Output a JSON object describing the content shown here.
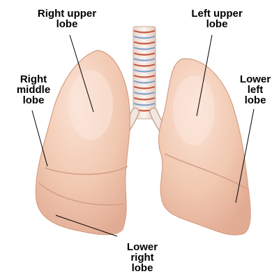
{
  "labels": {
    "right_upper": [
      "Right upper",
      "lobe"
    ],
    "left_upper": [
      "Left upper",
      "lobe"
    ],
    "right_middle": [
      "Right",
      "middle",
      "lobe"
    ],
    "lower_left": [
      "Lower",
      "left",
      "lobe"
    ],
    "lower_right": [
      "Lower",
      "right",
      "lobe"
    ]
  },
  "colors": {
    "lung_fill": "#f1c8b0",
    "lung_highlight": "#fbe3d6",
    "lung_edge": "#d59f86",
    "trachea_fill": "#f2e6e0",
    "trachea_ring_red": "#c8553d",
    "trachea_ring_blue": "#7fa0c8"
  }
}
